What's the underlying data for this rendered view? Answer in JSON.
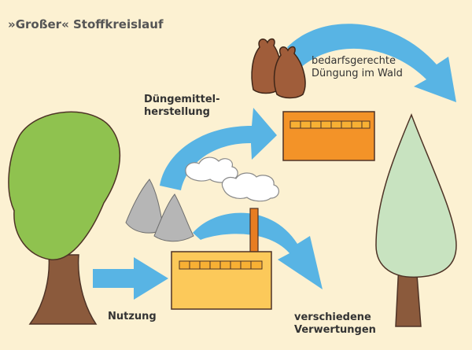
{
  "title": "»Großer« Stoffkreislauf",
  "labels": {
    "fertilizing_line1": "bedarfsgerechte",
    "fertilizing_line2": "Düngung im Wald",
    "production_line1": "Düngemittel-",
    "production_line2": "herstellung",
    "usage": "Nutzung",
    "utilizations_line1": "verschiedene",
    "utilizations_line2": "Verwertungen"
  },
  "colors": {
    "background": "#fcf1d2",
    "arrow": "#58b4e4",
    "deciduous_crown": "#8fc24f",
    "trunk": "#8b5a3c",
    "conifer_crown": "#c8e3c0",
    "factory_body": "#fcc95a",
    "fertilizer_plant_body": "#f39328",
    "windows": "#f8b034",
    "ash_piles": "#b6b6b6",
    "sacks": "#a05d3a",
    "chimney": "#e87d22",
    "smoke": "#ffffff"
  }
}
